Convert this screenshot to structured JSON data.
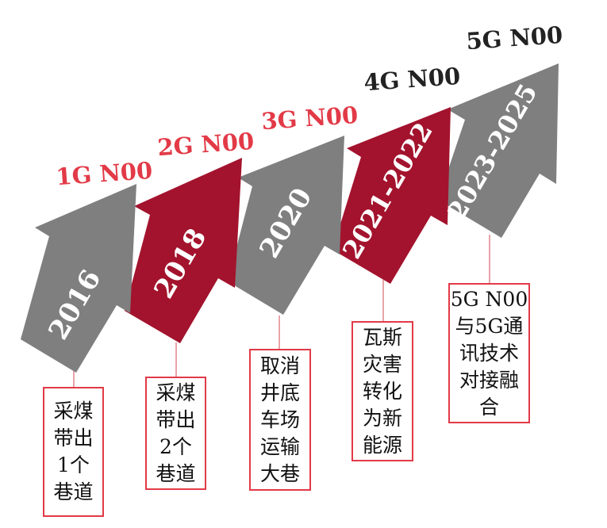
{
  "colors": {
    "gray_arrow": "#7f7f7f",
    "red_arrow": "#a3132d",
    "red_label": "#e23a47",
    "dark_label": "#222222",
    "box_border": "#e23a47"
  },
  "stages": [
    {
      "generation": "1G N00",
      "years": "2016",
      "arrow_color": "gray",
      "description": "采煤带出1个巷道"
    },
    {
      "generation": "2G N00",
      "years": "2018",
      "arrow_color": "red",
      "description": "采煤带出2个巷道"
    },
    {
      "generation": "3G N00",
      "years": "2020",
      "arrow_color": "gray",
      "description": "取消井底车场运输大巷"
    },
    {
      "generation": "4G N00",
      "years": "2021-2022",
      "arrow_color": "red",
      "description": "瓦斯灾害转化为新能源"
    },
    {
      "generation": "5G N00",
      "years": "2023-2025",
      "arrow_color": "gray",
      "description": "5G N00与5G通讯技术对接融合"
    }
  ]
}
